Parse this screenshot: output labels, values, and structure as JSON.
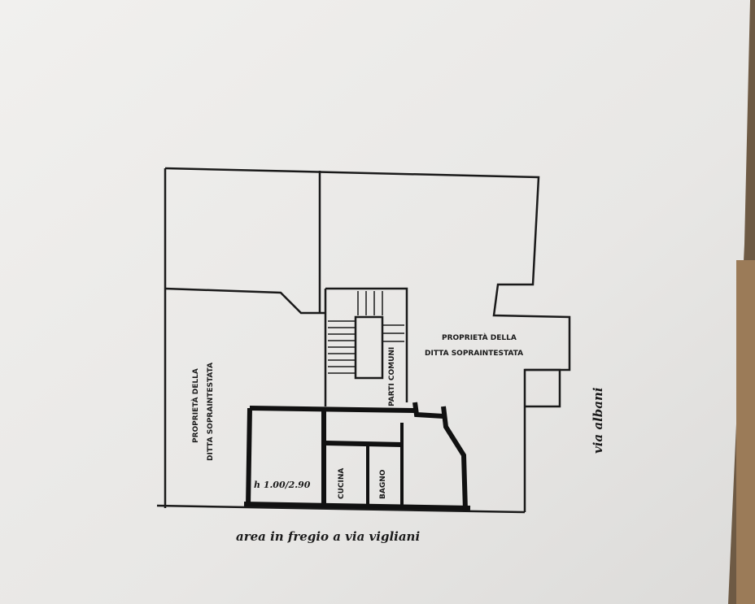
{
  "plan": {
    "property_left": {
      "line1": "PROPRIETÀ DELLA",
      "line2": "DITTA SOPRAINTESTATA"
    },
    "property_right": {
      "line1": "PROPRIETÀ DELLA",
      "line2": "DITTA SOPRAINTESTATA"
    },
    "common_parts": "PARTI COMUNI",
    "kitchen": "CUCINA",
    "bathroom": "BAGNO",
    "height": "h 1.00/2.90",
    "street_bottom": "area in fregio a via vigliani",
    "street_right": "via albani"
  },
  "colors": {
    "paper": "#eeedeb",
    "ink": "#1a1a1a",
    "background": "#8a6a4a"
  }
}
